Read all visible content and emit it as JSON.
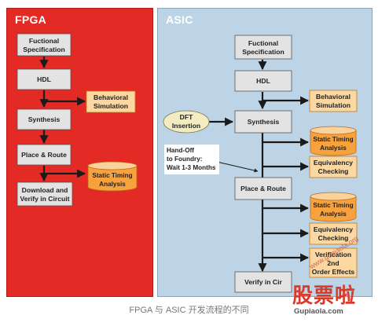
{
  "fpga": {
    "title": "FPGA",
    "steps": [
      "Fuctional",
      "Specification",
      "HDL",
      "Synthesis",
      "Place & Route",
      "Download and",
      "Verify in Circuit"
    ],
    "behavioral": [
      "Behavioral",
      "Simulation"
    ],
    "timing": [
      "Static Timing",
      "Analysis"
    ]
  },
  "asic": {
    "title": "ASIC",
    "steps": [
      "Fuctional",
      "Specification",
      "HDL",
      "Synthesis",
      "Place & Route",
      "Verify in Cir"
    ],
    "behavioral": [
      "Behavioral",
      "Simulation"
    ],
    "dft": [
      "DFT",
      "Insertion"
    ],
    "handoff": [
      "Hand-Off",
      "to Foundry:",
      "Wait 1-3 Months"
    ],
    "timing1": [
      "Static Timing",
      "Analysis"
    ],
    "equiv1": [
      "Equivalency",
      "Checking"
    ],
    "timing2": [
      "Static Timing",
      "Analysis"
    ],
    "equiv2": [
      "Equivalency",
      "Checking"
    ],
    "verification": [
      "Verification",
      "2nd",
      "Order Effects"
    ]
  },
  "caption": "FPGA 与 ASIC 开发流程的不同",
  "watermark": {
    "main": "股票啦",
    "url": "Gupiaola.com",
    "side": "www.gupiaola.org"
  },
  "colors": {
    "fpga_panel": "#e42a24",
    "asic_panel": "#bcd4e6",
    "step_box": "#e3e3e3",
    "tool_box": "#fbd7a2",
    "cylinder": "#f7a23c",
    "dft_oval": "#f2ecc0"
  }
}
